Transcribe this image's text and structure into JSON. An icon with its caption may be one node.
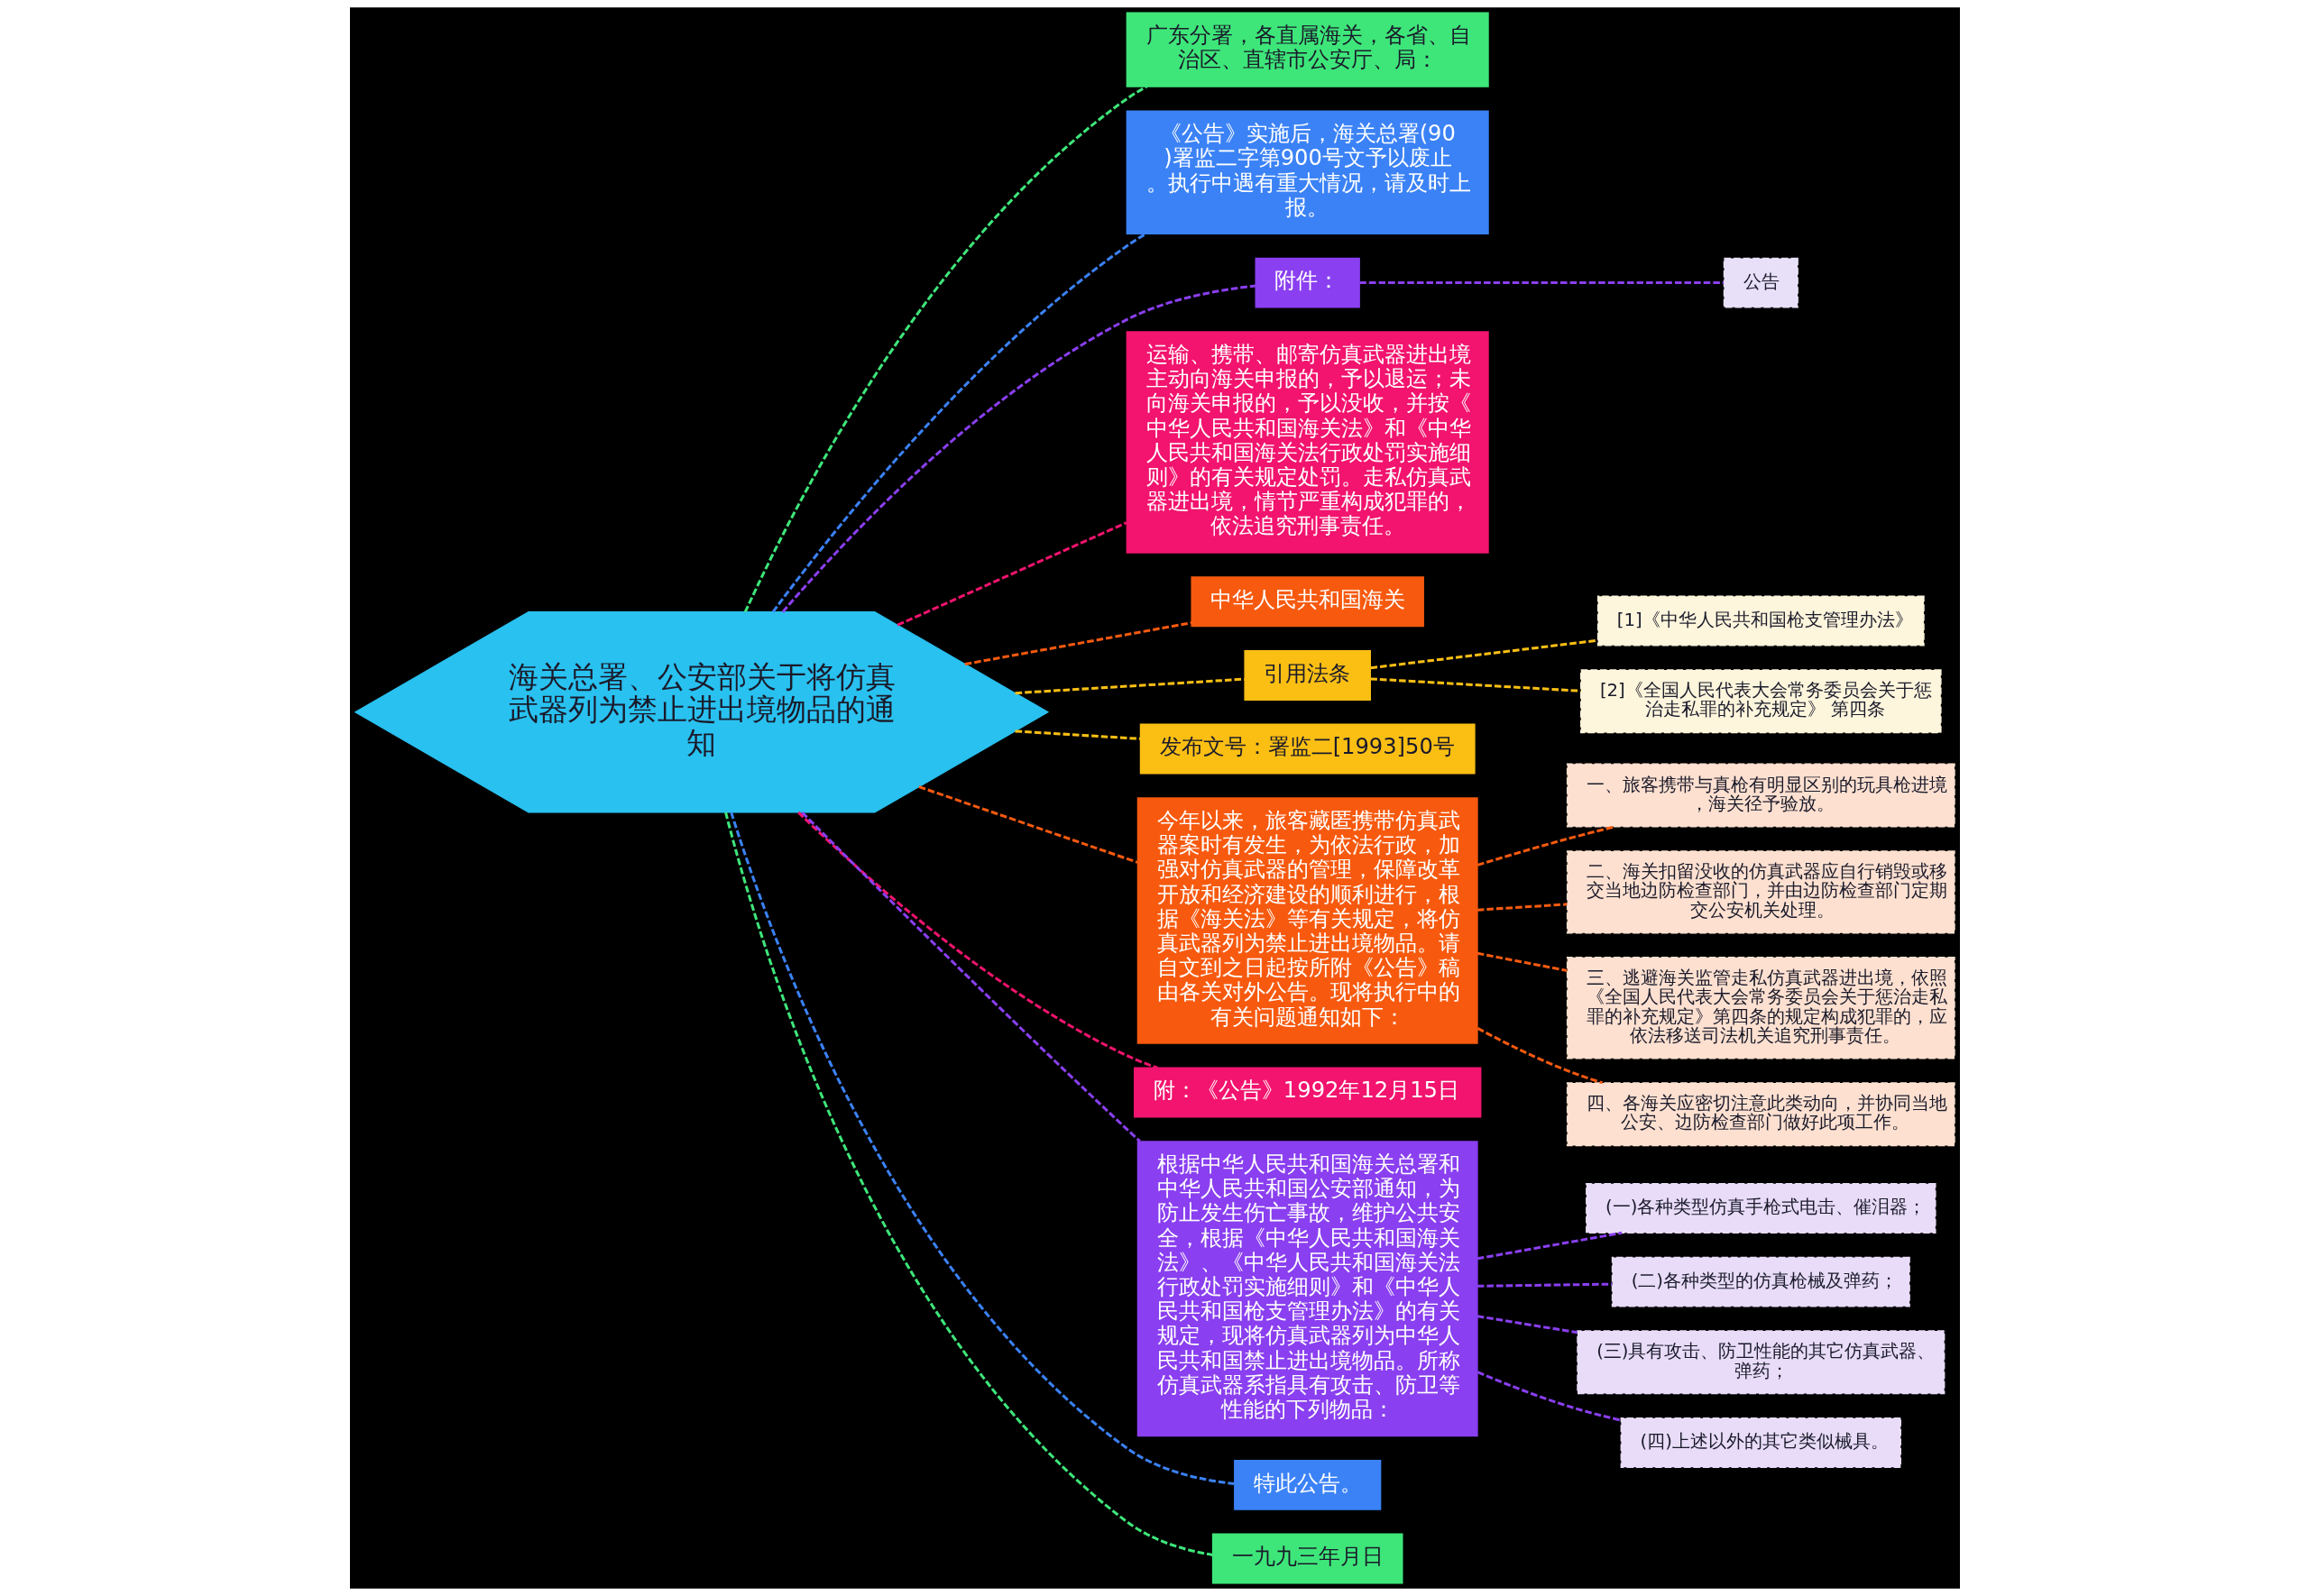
{
  "diagram": {
    "nodes": [
      {
        "text": [
          "海关总署、公安部关于将仿真武器列为禁止进出境物品的通知"
        ]
      },
      {
        "text": [
          "广东分署，各直属海关，各省、自治区、直辖市公安厅、局："
        ]
      },
      {
        "text": [
          "《公告》实施后，海关总署(90)署监二字第900号文予以废止。执行中遇有重大情况，请及时上报。"
        ]
      },
      {
        "text": [
          "附件："
        ]
      },
      {
        "text": [
          "公告"
        ]
      },
      {
        "text": [
          "运输、携带、邮寄仿真武器进出境主动向海关申报的，予以退运；未向海关申报的，予以没收，并按《中华人民共和国海关法》和《中华人民共和国海关法行政处罚实施细则》的有关规定处罚。走私仿真武器进出境，情节严重构成犯罪的，依法追究刑事责任。"
        ]
      },
      {
        "text": [
          "中华人民共和国海关"
        ]
      },
      {
        "text": [
          "引用法条"
        ]
      },
      {
        "text": [
          "[1]《中华人民共和国枪支管理办法》"
        ]
      },
      {
        "text": [
          "[2]《全国人民代表大会常务委员会关于惩治走私罪的补充规定》 第四条"
        ]
      },
      {
        "text": [
          "发布文号：署监二[1993]50号"
        ]
      },
      {
        "text": [
          "今年以来，旅客藏匿携带仿真武器案时有发生，为依法行政，加强对仿真武器的管理，保障改革开放和经济建设的顺利进行，根据《海关法》等有关规定，将仿真武器列为禁止进出境物品。请自文到之日起按所附《公告》稿由各关对外公告。现将执行中的有关问题通知如下："
        ]
      },
      {
        "text": [
          "一、旅客携带与真枪有明显区别的玩具枪进境，海关径予验放。"
        ]
      },
      {
        "text": [
          "二、海关扣留没收的仿真武器应自行销毁或移交当地边防检查部门，并由边防检查部门定期交公安机关处理。"
        ]
      },
      {
        "text": [
          "三、逃避海关监管走私仿真武器进出境，依照《全国人民代表大会常务委员会关于惩治走私罪的补充规定》第四条的规定构成犯罪的，应依法移送司法机关追究刑事责任。"
        ]
      },
      {
        "text": [
          "四、各海关应密切注意此类动向，并协同当地公安、边防检查部门做好此项工作。"
        ]
      },
      {
        "text": [
          "附：《公告》1992年12月15日"
        ]
      },
      {
        "text": [
          "根据中华人民共和国海关总署和中华人民共和国公安部通知，为防止发生伤亡事故，维护公共安全，根据《中华人民共和国海关法》、《中华人民共和国海关法行政处罚实施细则》和《中华人民共和国枪支管理办法》的有关规定，现将仿真武器列为中华人民共和国禁止进出境物品。所称仿真武器系指具有攻击、防卫等性能的下列物品："
        ]
      },
      {
        "text": [
          "(一)各种类型仿真手枪式电击、催泪器；"
        ]
      },
      {
        "text": [
          "(二)各种类型的仿真枪械及弹药；"
        ]
      },
      {
        "text": [
          "(三)具有攻击、防卫性能的其它仿真武器、弹药；"
        ]
      },
      {
        "text": [
          "(四)上述以外的其它类似械具。"
        ]
      },
      {
        "text": [
          "特此公告。"
        ]
      },
      {
        "text": [
          "一九九三年月日"
        ]
      }
    ],
    "edges": [
      {
        "from": 0,
        "to": 1,
        "arrow": "none",
        "style": "dashed",
        "color": "#3ee67a"
      },
      {
        "from": 0,
        "to": 2,
        "arrow": "none",
        "style": "dashed",
        "color": "#3b82f6"
      },
      {
        "from": 0,
        "to": 3,
        "arrow": "none",
        "style": "dashed",
        "color": "#8a3ff0"
      },
      {
        "from": 3,
        "to": 4,
        "arrow": "none",
        "style": "dashed",
        "color": "#8a3ff0"
      },
      {
        "from": 0,
        "to": 5,
        "arrow": "none",
        "style": "dashed",
        "color": "#f2146e"
      },
      {
        "from": 0,
        "to": 6,
        "arrow": "none",
        "style": "dashed",
        "color": "#f75a0f"
      },
      {
        "from": 0,
        "to": 7,
        "arrow": "none",
        "style": "dashed",
        "color": "#fbbf14"
      },
      {
        "from": 7,
        "to": 8,
        "arrow": "none",
        "style": "dashed",
        "color": "#fbbf14"
      },
      {
        "from": 7,
        "to": 9,
        "arrow": "none",
        "style": "dashed",
        "color": "#fbbf14"
      },
      {
        "from": 0,
        "to": 10,
        "arrow": "none",
        "style": "dashed",
        "color": "#fbbf14"
      },
      {
        "from": 0,
        "to": 11,
        "arrow": "none",
        "style": "dashed",
        "color": "#f75a0f"
      },
      {
        "from": 11,
        "to": 12,
        "arrow": "none",
        "style": "dashed",
        "color": "#f75a0f"
      },
      {
        "from": 11,
        "to": 13,
        "arrow": "none",
        "style": "dashed",
        "color": "#f75a0f"
      },
      {
        "from": 11,
        "to": 14,
        "arrow": "none",
        "style": "dashed",
        "color": "#f75a0f"
      },
      {
        "from": 11,
        "to": 15,
        "arrow": "none",
        "style": "dashed",
        "color": "#f75a0f"
      },
      {
        "from": 0,
        "to": 16,
        "arrow": "none",
        "style": "dashed",
        "color": "#f2146e"
      },
      {
        "from": 0,
        "to": 17,
        "arrow": "none",
        "style": "dashed",
        "color": "#8a3ff0"
      },
      {
        "from": 17,
        "to": 18,
        "arrow": "none",
        "style": "dashed",
        "color": "#8a3ff0"
      },
      {
        "from": 17,
        "to": 19,
        "arrow": "none",
        "style": "dashed",
        "color": "#8a3ff0"
      },
      {
        "from": 17,
        "to": 20,
        "arrow": "none",
        "style": "dashed",
        "color": "#8a3ff0"
      },
      {
        "from": 17,
        "to": 21,
        "arrow": "none",
        "style": "dashed",
        "color": "#8a3ff0"
      },
      {
        "from": 0,
        "to": 22,
        "arrow": "none",
        "style": "dashed",
        "color": "#3b82f6"
      },
      {
        "from": 0,
        "to": 23,
        "arrow": "none",
        "style": "dashed",
        "color": "#3ee67a"
      }
    ]
  }
}
